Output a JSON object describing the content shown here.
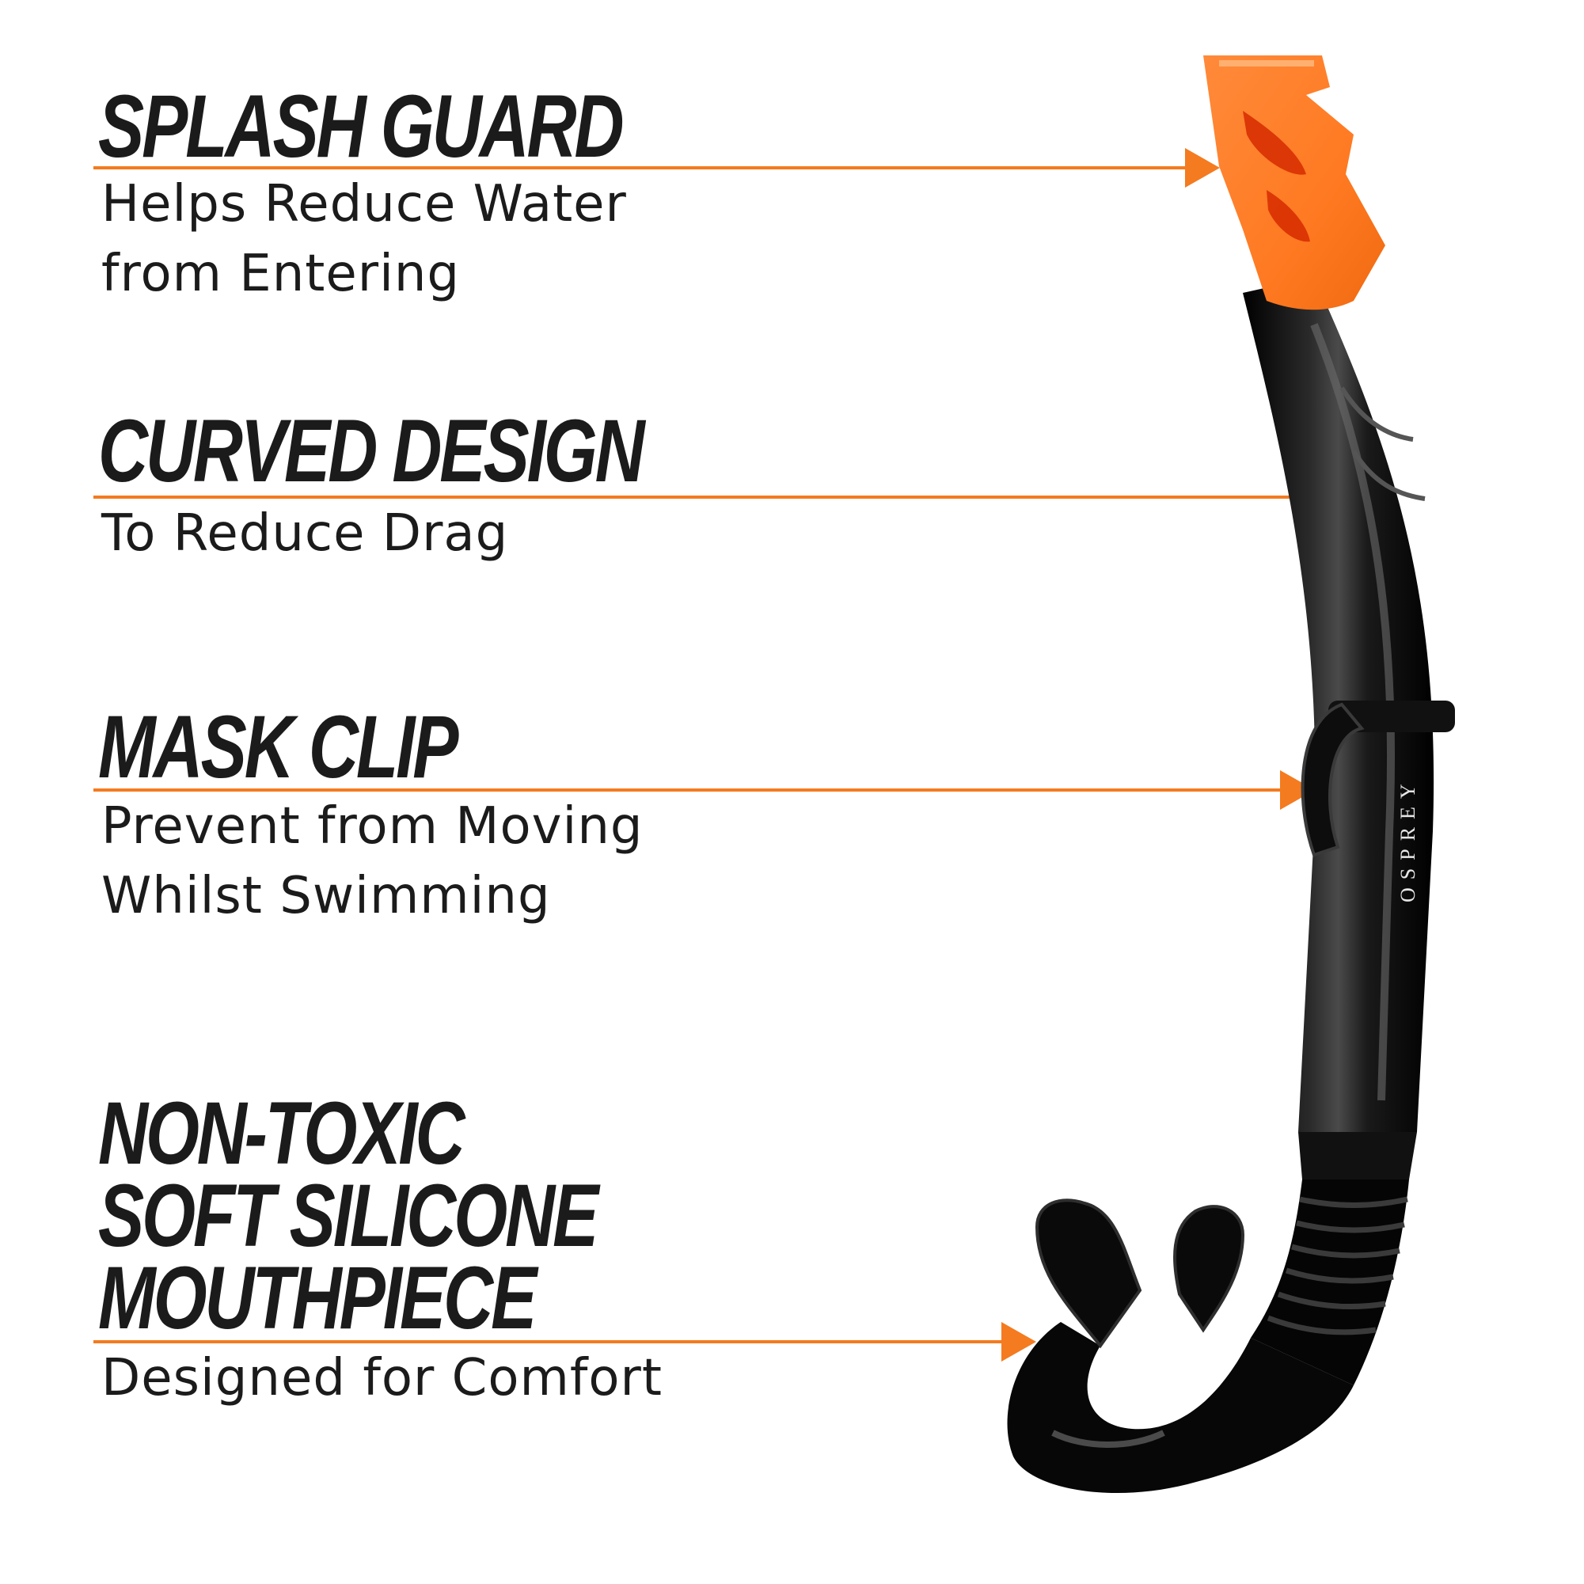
{
  "features": [
    {
      "title": "SPLASH GUARD",
      "description": "Helps Reduce Water\nfrom Entering"
    },
    {
      "title": "CURVED DESIGN",
      "description": "To Reduce Drag"
    },
    {
      "title": "MASK CLIP",
      "description": "Prevent from Moving\nWhilst Swimming"
    },
    {
      "title": "NON-TOXIC\nSOFT SILICONE\nMOUTHPIECE",
      "description": "Designed for Comfort"
    }
  ],
  "product": {
    "brand_mark": "OSPREY"
  },
  "colors": {
    "accent": "#f47b20",
    "text": "#1b1b1b",
    "snorkel_body": "#0b0b0b",
    "splash_guard": "#ff7f2a"
  }
}
